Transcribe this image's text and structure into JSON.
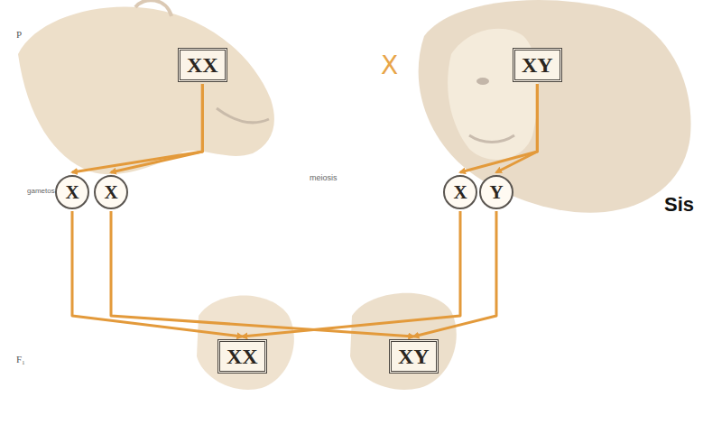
{
  "diagram": {
    "nodes": [
      {
        "text": [
          "XX"
        ]
      },
      {
        "text": [
          "XY"
        ]
      },
      {
        "text": [
          "X"
        ]
      },
      {
        "text": [
          "X"
        ]
      },
      {
        "text": [
          "X"
        ]
      },
      {
        "text": [
          "Y"
        ]
      },
      {
        "text": [
          "XX"
        ]
      },
      {
        "text": [
          "XY"
        ]
      }
    ],
    "edges": [
      {
        "from": 0,
        "to": 2,
        "arrow": "to"
      },
      {
        "from": 0,
        "to": 3,
        "arrow": "to"
      },
      {
        "from": 1,
        "to": 4,
        "arrow": "to"
      },
      {
        "from": 1,
        "to": 5,
        "arrow": "to"
      },
      {
        "from": 2,
        "to": 6,
        "arrow": "to"
      },
      {
        "from": 3,
        "to": 7,
        "arrow": "to"
      },
      {
        "from": 4,
        "to": 6,
        "arrow": "to"
      },
      {
        "from": 5,
        "to": 7,
        "arrow": "to"
      }
    ],
    "labels": [
      "P",
      "X",
      "meiosis",
      "gametos",
      "F₁",
      "Sis"
    ]
  }
}
